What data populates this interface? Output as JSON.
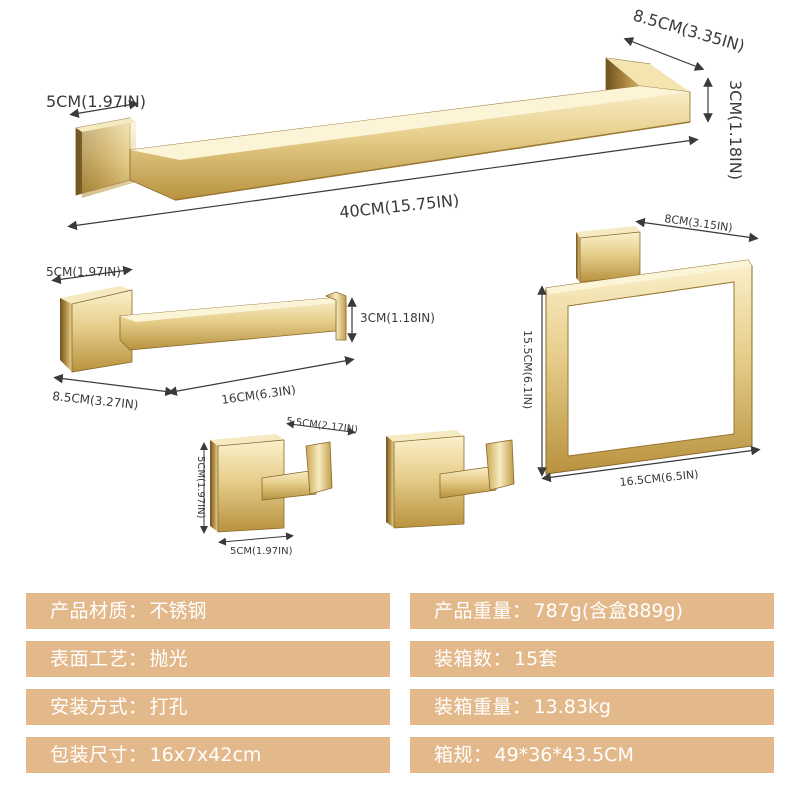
{
  "dimensions": {
    "towel_bar_depth": "8.5CM(3.35IN)",
    "towel_bar_base": "5CM(1.97IN)",
    "towel_bar_height": "3CM(1.18IN)",
    "towel_bar_length": "40CM(15.75IN)",
    "paper_holder_base": "5CM(1.97IN)",
    "paper_holder_height": "3CM(1.18IN)",
    "paper_holder_depth": "8.5CM(3.27IN)",
    "paper_holder_length": "16CM(6.3IN)",
    "towel_ring_depth": "8CM(3.15IN)",
    "towel_ring_height": "15.5CM(6.1IN)",
    "towel_ring_width": "16.5CM(6.5IN)",
    "hook_depth": "5.5CM(2.17IN)",
    "hook_height": "5CM(1.97IN)",
    "hook_width": "5CM(1.97IN)"
  },
  "specs": [
    {
      "key": "产品材质：",
      "value": "不锈钢"
    },
    {
      "key": "产品重量：",
      "value": "787g(含盒889g)"
    },
    {
      "key": "表面工艺：",
      "value": "抛光"
    },
    {
      "key": "装箱数：",
      "value": "15套"
    },
    {
      "key": "安装方式：",
      "value": "打孔"
    },
    {
      "key": "装箱重量：",
      "value": "13.83kg"
    },
    {
      "key": "包装尺寸：",
      "value": "16x7x42cm"
    },
    {
      "key": "箱规：",
      "value": "49*36*43.5CM"
    }
  ],
  "colors": {
    "gold_light": "#f4e7b8",
    "gold_mid": "#d9bc74",
    "gold_dark": "#8a6a2a",
    "spec_bg": "#e3b98c"
  }
}
